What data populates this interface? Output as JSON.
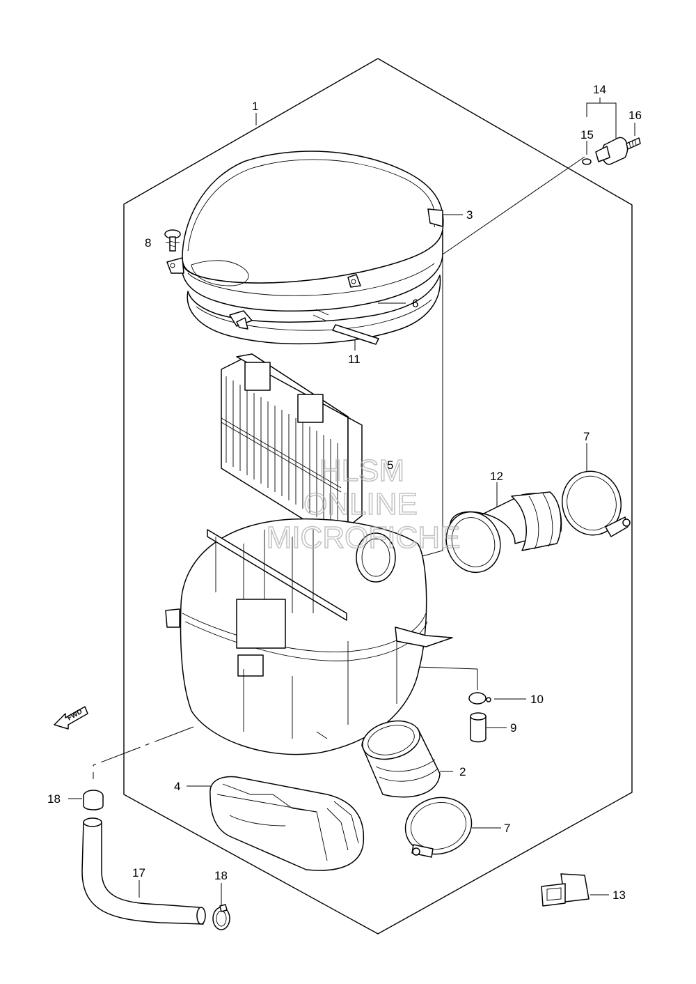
{
  "diagram": {
    "watermark": [
      "HLSM",
      "ONLINE",
      "MICROFICHE"
    ],
    "fwd_label": "FWD",
    "callouts": {
      "c1": "1",
      "c2": "2",
      "c3": "3",
      "c4": "4",
      "c5": "5",
      "c6": "6",
      "c7a": "7",
      "c7b": "7",
      "c8": "8",
      "c9": "9",
      "c10": "10",
      "c11": "11",
      "c12": "12",
      "c13": "13",
      "c14": "14",
      "c15": "15",
      "c16": "16",
      "c17": "17",
      "c18a": "18",
      "c18b": "18"
    }
  }
}
